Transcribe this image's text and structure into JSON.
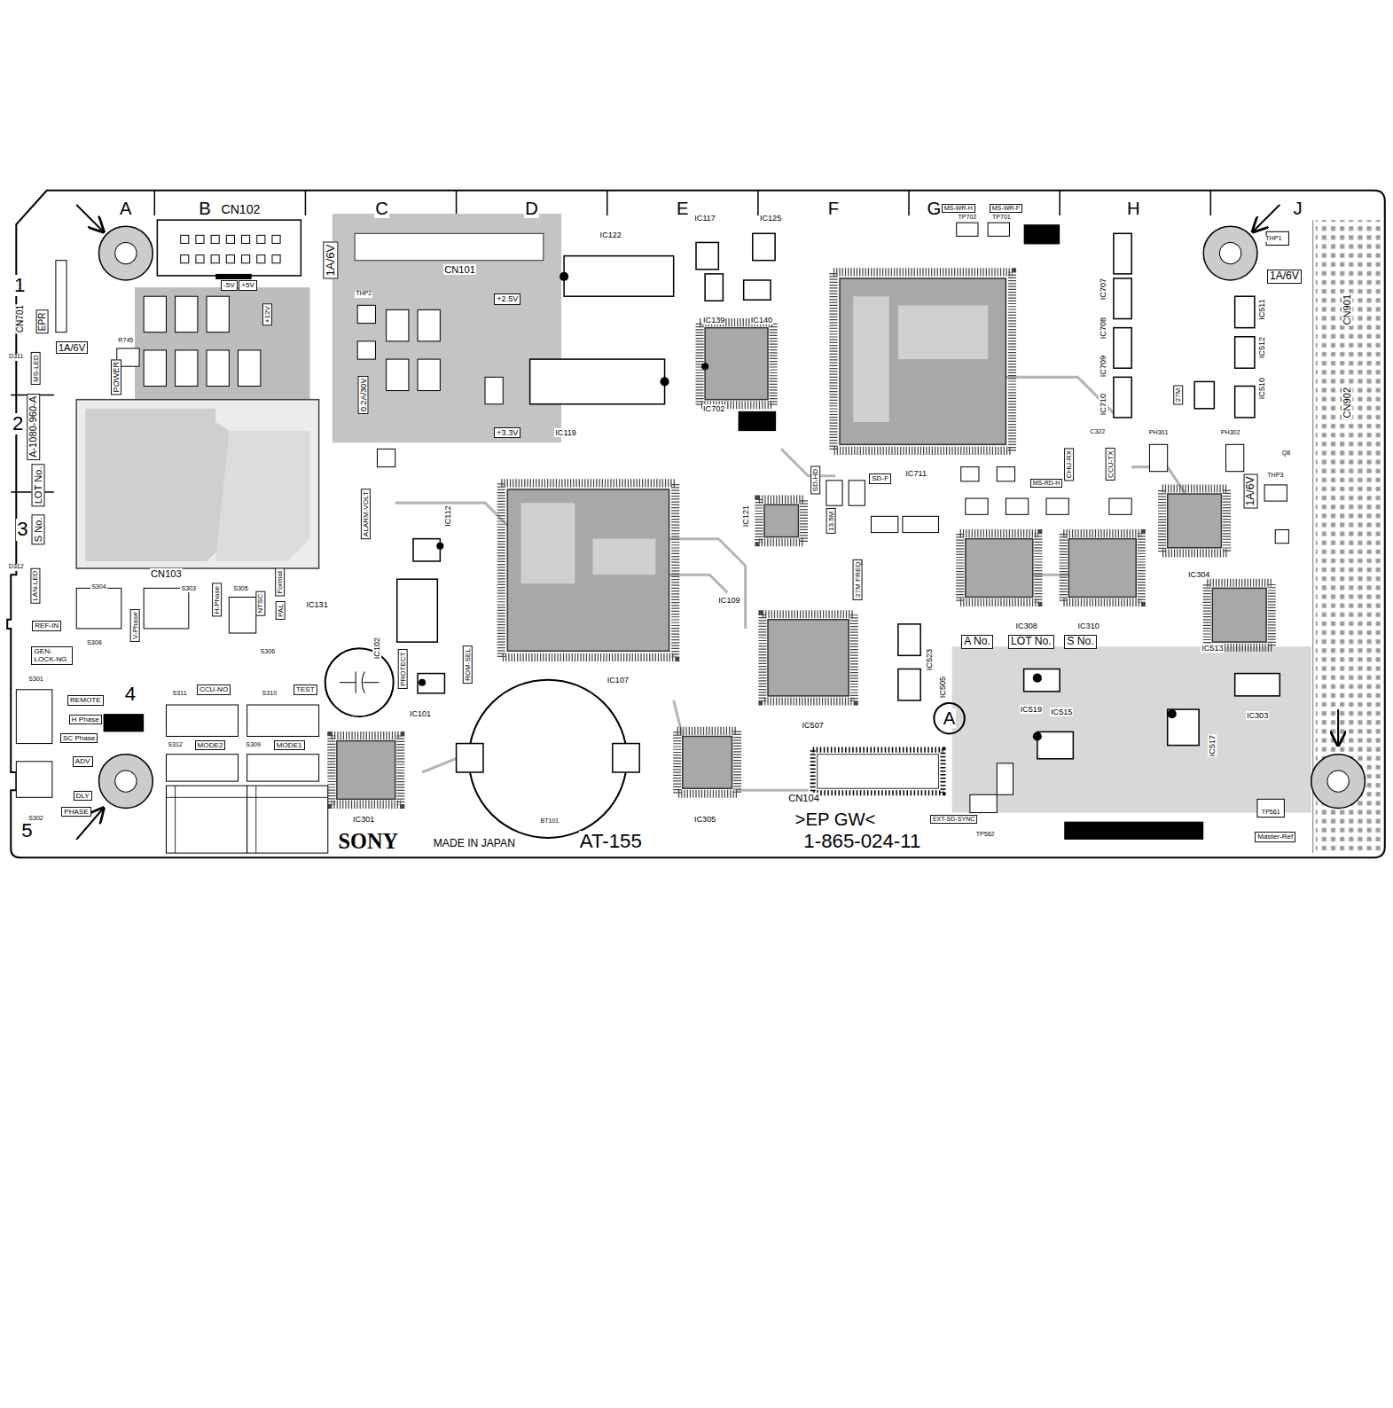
{
  "diagram": {
    "nodes": [
      {
        "text": [
          "1A/6V"
        ]
      },
      {
        "text": [
          "POWER"
        ]
      },
      {
        "text": [
          "MS-LED"
        ]
      },
      {
        "text": [
          "EPR"
        ]
      },
      {
        "text": [
          "A-1080-960-A"
        ]
      },
      {
        "text": [
          "LOT No."
        ]
      },
      {
        "text": [
          "S No."
        ]
      },
      {
        "text": [
          "LAN-LED"
        ]
      },
      {
        "text": [
          "REF-IN"
        ]
      },
      {
        "text": [
          "GEN- LOCK-NG"
        ]
      },
      {
        "text": [
          "REMOTE"
        ]
      },
      {
        "text": [
          "H Phase"
        ]
      },
      {
        "text": [
          "SC Phase"
        ]
      },
      {
        "text": [
          "ADV"
        ]
      },
      {
        "text": [
          "DLY"
        ]
      },
      {
        "text": [
          "PHASE"
        ]
      },
      {
        "text": [
          "V-Phase"
        ]
      },
      {
        "text": [
          "H-Phase"
        ]
      },
      {
        "text": [
          "NTSC"
        ]
      },
      {
        "text": [
          "PAL"
        ]
      },
      {
        "text": [
          "Format"
        ]
      },
      {
        "text": [
          "CCU-NO"
        ]
      },
      {
        "text": [
          "TEST"
        ]
      },
      {
        "text": [
          "MODE2"
        ]
      },
      {
        "text": [
          "MODE1"
        ]
      },
      {
        "text": [
          "-5V"
        ]
      },
      {
        "text": [
          "+5V"
        ]
      },
      {
        "text": [
          "+12V"
        ]
      },
      {
        "text": [
          "1A/6V"
        ]
      },
      {
        "text": [
          "0.2A/30V"
        ]
      },
      {
        "text": [
          "+2.5V"
        ]
      },
      {
        "text": [
          "+3.3V"
        ]
      },
      {
        "text": [
          "ALARM-VOLT"
        ]
      },
      {
        "text": [
          "PROTECT"
        ]
      },
      {
        "text": [
          "ROM-SEL"
        ]
      },
      {
        "text": [
          "SD-HD"
        ]
      },
      {
        "text": [
          "SD-F"
        ]
      },
      {
        "text": [
          "13.5M"
        ]
      },
      {
        "text": [
          "27M FREQ"
        ]
      },
      {
        "text": [
          "MS-WR-H"
        ]
      },
      {
        "text": [
          "MS-WR-F"
        ]
      },
      {
        "text": [
          "CHU-RX"
        ]
      },
      {
        "text": [
          "CCU-TX"
        ]
      },
      {
        "text": [
          "27M"
        ]
      },
      {
        "text": [
          "1A/6V"
        ]
      },
      {
        "text": [
          "1A/6V"
        ]
      },
      {
        "text": [
          "A No."
        ]
      },
      {
        "text": [
          "LOT No."
        ]
      },
      {
        "text": [
          "S No."
        ]
      },
      {
        "text": [
          "EXT-SD-SYNC"
        ]
      },
      {
        "text": [
          "Master-Ref"
        ]
      },
      {
        "text": [
          "MS-RD-H"
        ]
      }
    ],
    "labels": [
      "A",
      "B",
      "C",
      "D",
      "E",
      "F",
      "G",
      "H",
      "J",
      "1",
      "2",
      "3",
      "4",
      "5",
      "CN102",
      "CN701",
      "CN101",
      "CN103",
      "CN104",
      "CN901",
      "CN902",
      "IC122",
      "IC119",
      "IC117",
      "IC125",
      "IC139",
      "IC140",
      "IC702",
      "IC711",
      "IC121",
      "IC109",
      "IC507",
      "IC101",
      "IC102",
      "IC112",
      "IC131",
      "IC301",
      "IC305",
      "IC107",
      "IC308",
      "IC310",
      "IC304",
      "IC513",
      "IC303",
      "IC517",
      "IC519",
      "IC515",
      "IC523",
      "IC505",
      "IC707",
      "IC708",
      "IC709",
      "IC710",
      "IC511",
      "IC512",
      "IC510",
      "TP702",
      "TP701",
      "THP1",
      "THP2",
      "THP3",
      "BT101",
      "S304",
      "S303",
      "S305",
      "S301",
      "S302",
      "S311",
      "S310",
      "S312",
      "S309",
      "S308",
      "S306",
      "D311",
      "D312",
      "R745",
      "TP561",
      "TP562",
      "SONY",
      "MADE IN JAPAN",
      "AT-155",
      "1-865-024-11",
      ">EP GW<",
      "A",
      "C322",
      "PH301",
      "PH302",
      "Q8"
    ]
  }
}
